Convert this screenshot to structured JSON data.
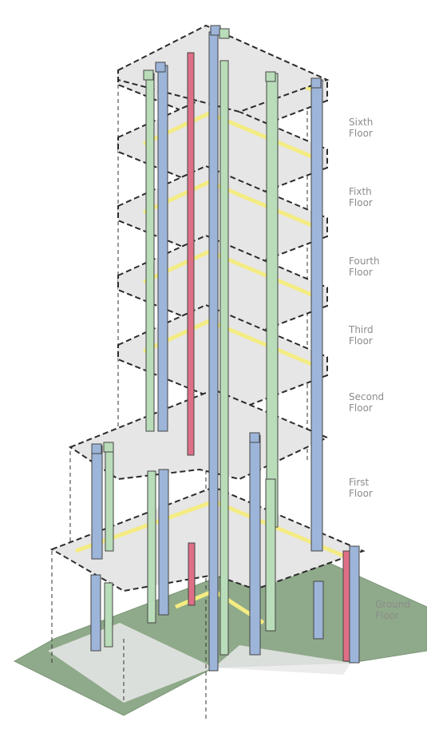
{
  "floors": [
    {
      "line1": "Sixth",
      "line2": "Floor"
    },
    {
      "line1": "Fixth",
      "line2": "Floor"
    },
    {
      "line1": "Fourth",
      "line2": "Floor"
    },
    {
      "line1": "Third",
      "line2": "Floor"
    },
    {
      "line1": "Second",
      "line2": "Floor"
    },
    {
      "line1": "First",
      "line2": "Floor"
    },
    {
      "line1": "Ground",
      "line2": "Floor"
    }
  ],
  "colors": {
    "ground": "#8faa8a",
    "slab": "#e6e6e6",
    "slab_edge": "#2b2b2b",
    "duct_yellow": "#f4ec83",
    "riser_blue": "#9db5d9",
    "riser_green": "#b9dcb9",
    "riser_red": "#de6f86",
    "label": "#8c8c8c"
  }
}
